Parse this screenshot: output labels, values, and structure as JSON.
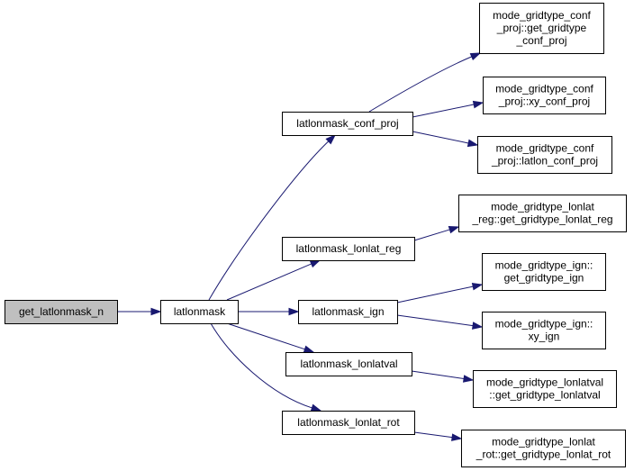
{
  "colors": {
    "root_fill": "#bfbfbf",
    "node_fill": "#ffffff",
    "node_border": "#000000",
    "edge": "#191970"
  },
  "nodes": [
    {
      "id": "get_latlonmask_n",
      "lines": [
        "get_latlonmask_n"
      ],
      "root": true
    },
    {
      "id": "latlonmask",
      "lines": [
        "latlonmask"
      ]
    },
    {
      "id": "latlonmask_conf_proj",
      "lines": [
        "latlonmask_conf_proj"
      ]
    },
    {
      "id": "latlonmask_lonlat_reg",
      "lines": [
        "latlonmask_lonlat_reg"
      ]
    },
    {
      "id": "latlonmask_ign",
      "lines": [
        "latlonmask_ign"
      ]
    },
    {
      "id": "latlonmask_lonlatval",
      "lines": [
        "latlonmask_lonlatval"
      ]
    },
    {
      "id": "latlonmask_lonlat_rot",
      "lines": [
        "latlonmask_lonlat_rot"
      ]
    },
    {
      "id": "conf_get_gridtype",
      "lines": [
        "mode_gridtype_conf",
        "_proj::get_gridtype",
        "_conf_proj"
      ]
    },
    {
      "id": "conf_xy",
      "lines": [
        "mode_gridtype_conf",
        "_proj::xy_conf_proj"
      ]
    },
    {
      "id": "conf_latlon",
      "lines": [
        "mode_gridtype_conf",
        "_proj::latlon_conf_proj"
      ]
    },
    {
      "id": "lonlat_reg_get",
      "lines": [
        "mode_gridtype_lonlat",
        "_reg::get_gridtype_lonlat_reg"
      ]
    },
    {
      "id": "ign_get",
      "lines": [
        "mode_gridtype_ign::",
        "get_gridtype_ign"
      ]
    },
    {
      "id": "ign_xy",
      "lines": [
        "mode_gridtype_ign::",
        "xy_ign"
      ]
    },
    {
      "id": "lonlatval_get",
      "lines": [
        "mode_gridtype_lonlatval",
        "::get_gridtype_lonlatval"
      ]
    },
    {
      "id": "lonlat_rot_get",
      "lines": [
        "mode_gridtype_lonlat",
        "_rot::get_gridtype_lonlat_rot"
      ]
    }
  ],
  "edges": [
    [
      "get_latlonmask_n",
      "latlonmask"
    ],
    [
      "latlonmask",
      "latlonmask_conf_proj"
    ],
    [
      "latlonmask",
      "latlonmask_lonlat_reg"
    ],
    [
      "latlonmask",
      "latlonmask_ign"
    ],
    [
      "latlonmask",
      "latlonmask_lonlatval"
    ],
    [
      "latlonmask",
      "latlonmask_lonlat_rot"
    ],
    [
      "latlonmask_conf_proj",
      "conf_get_gridtype"
    ],
    [
      "latlonmask_conf_proj",
      "conf_xy"
    ],
    [
      "latlonmask_conf_proj",
      "conf_latlon"
    ],
    [
      "latlonmask_lonlat_reg",
      "lonlat_reg_get"
    ],
    [
      "latlonmask_ign",
      "ign_get"
    ],
    [
      "latlonmask_ign",
      "ign_xy"
    ],
    [
      "latlonmask_lonlatval",
      "lonlatval_get"
    ],
    [
      "latlonmask_lonlat_rot",
      "lonlat_rot_get"
    ]
  ]
}
